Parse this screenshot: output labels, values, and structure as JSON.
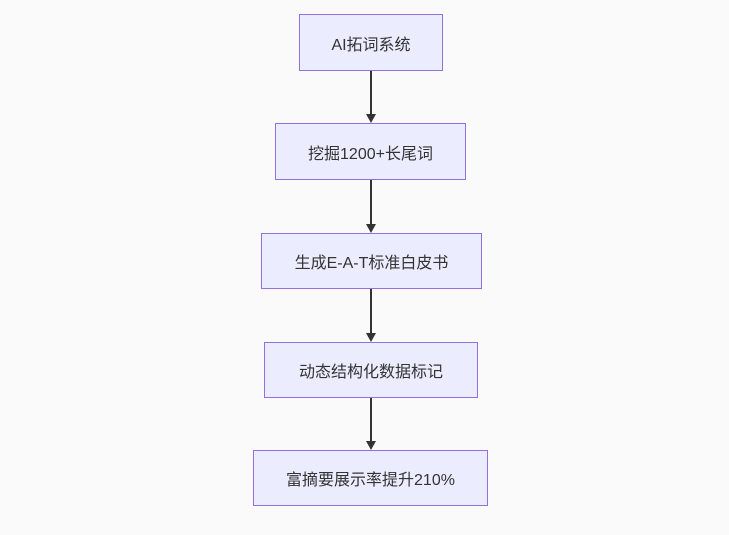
{
  "diagram": {
    "type": "flowchart",
    "direction": "top-down",
    "nodes": [
      {
        "id": "n1",
        "label": "AI拓词系统"
      },
      {
        "id": "n2",
        "label": "挖掘1200+长尾词"
      },
      {
        "id": "n3",
        "label": "生成E-A-T标准白皮书"
      },
      {
        "id": "n4",
        "label": "动态结构化数据标记"
      },
      {
        "id": "n5",
        "label": "富摘要展示率提升210%"
      }
    ],
    "edges": [
      {
        "from": "n1",
        "to": "n2",
        "style": "arrow-down"
      },
      {
        "from": "n2",
        "to": "n3",
        "style": "arrow-down"
      },
      {
        "from": "n3",
        "to": "n4",
        "style": "arrow-down"
      },
      {
        "from": "n4",
        "to": "n5",
        "style": "arrow-down"
      }
    ],
    "colors": {
      "node_fill": "#ECECFF",
      "node_border": "#9370DB",
      "node_text": "#333333",
      "arrow": "#333333",
      "background": "#FAFAFA"
    }
  }
}
